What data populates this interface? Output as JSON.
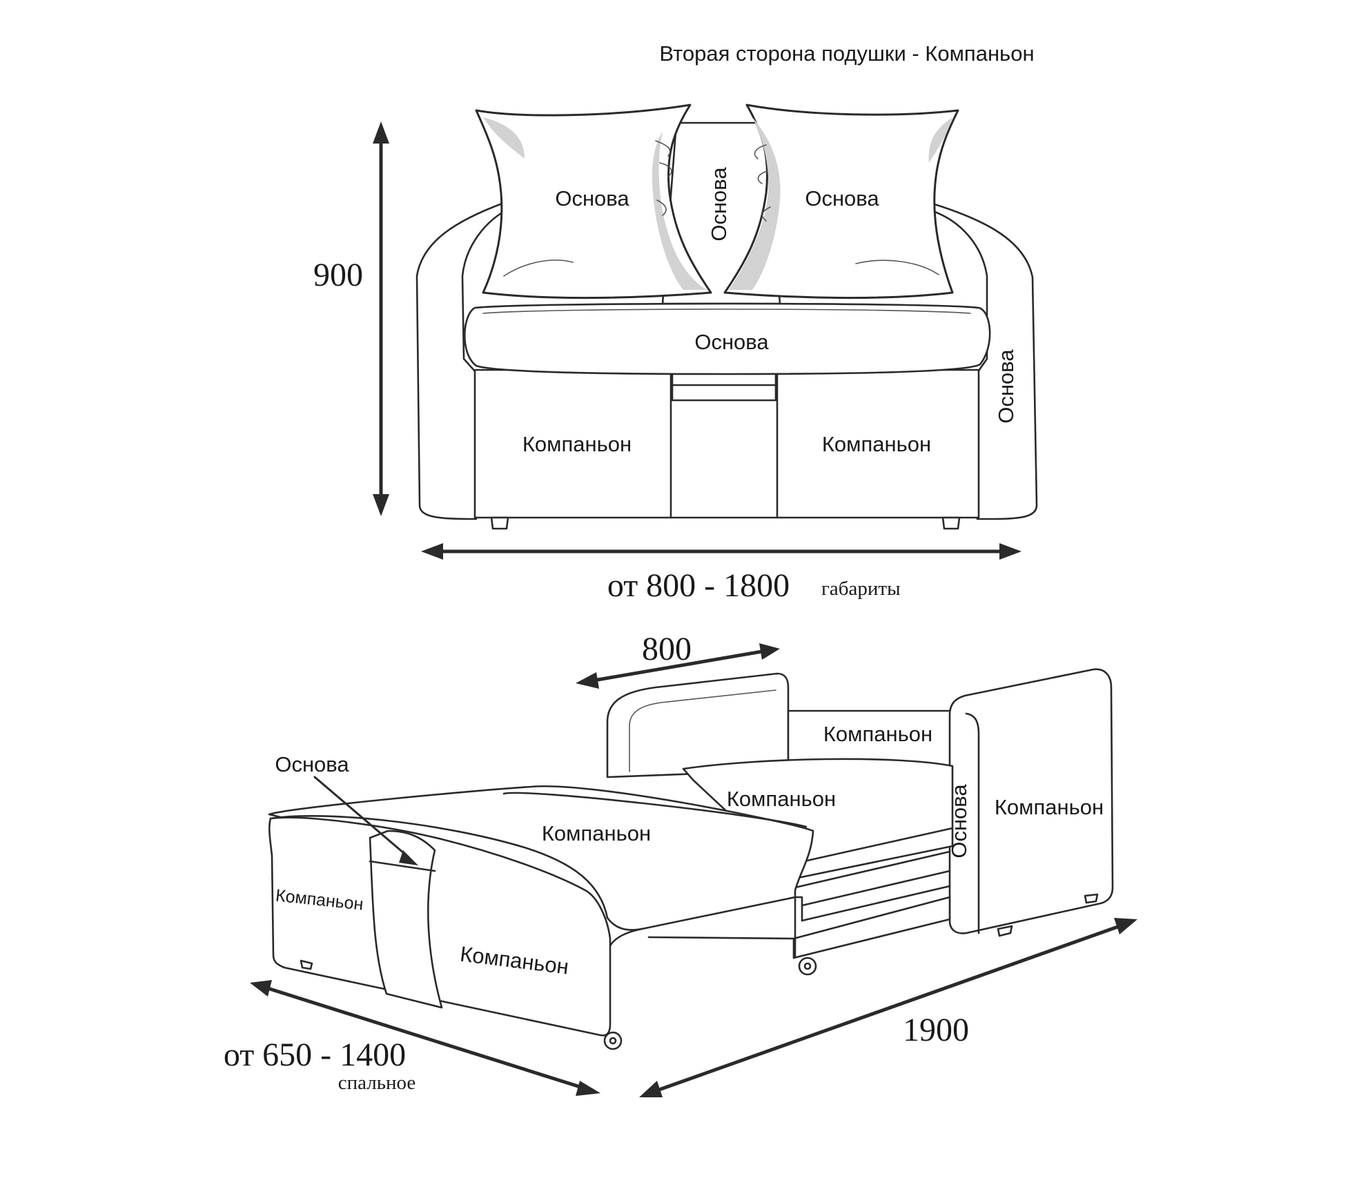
{
  "colors": {
    "line": "#2a2a2a",
    "text": "#1a1a1a",
    "background": "#ffffff",
    "shade": "#d2d2d2"
  },
  "title": "Вторая сторона подушки - Компаньон",
  "front_view": {
    "pillow_left": "Основа",
    "pillow_right": "Основа",
    "back_center": "Основа",
    "seat": "Основа",
    "arm_right": "Основа",
    "front_left": "Компаньон",
    "front_right": "Компаньон",
    "dim_height": "900",
    "dim_width": "от 800 - 1800",
    "dim_width_note": "габариты"
  },
  "unfolded_view": {
    "dim_depth": "800",
    "back_panel": "Компаньон",
    "mattress_back": "Компаньон",
    "mattress_front": "Компаньон",
    "arm_right_inner": "Основа",
    "arm_right_outer": "Компаньон",
    "callout": "Основа",
    "arm_left_face": "Компаньон",
    "arm_left_side": "Компаньон",
    "dim_length": "1900",
    "dim_sleep": "от 650 - 1400",
    "dim_sleep_note": "спальное"
  }
}
